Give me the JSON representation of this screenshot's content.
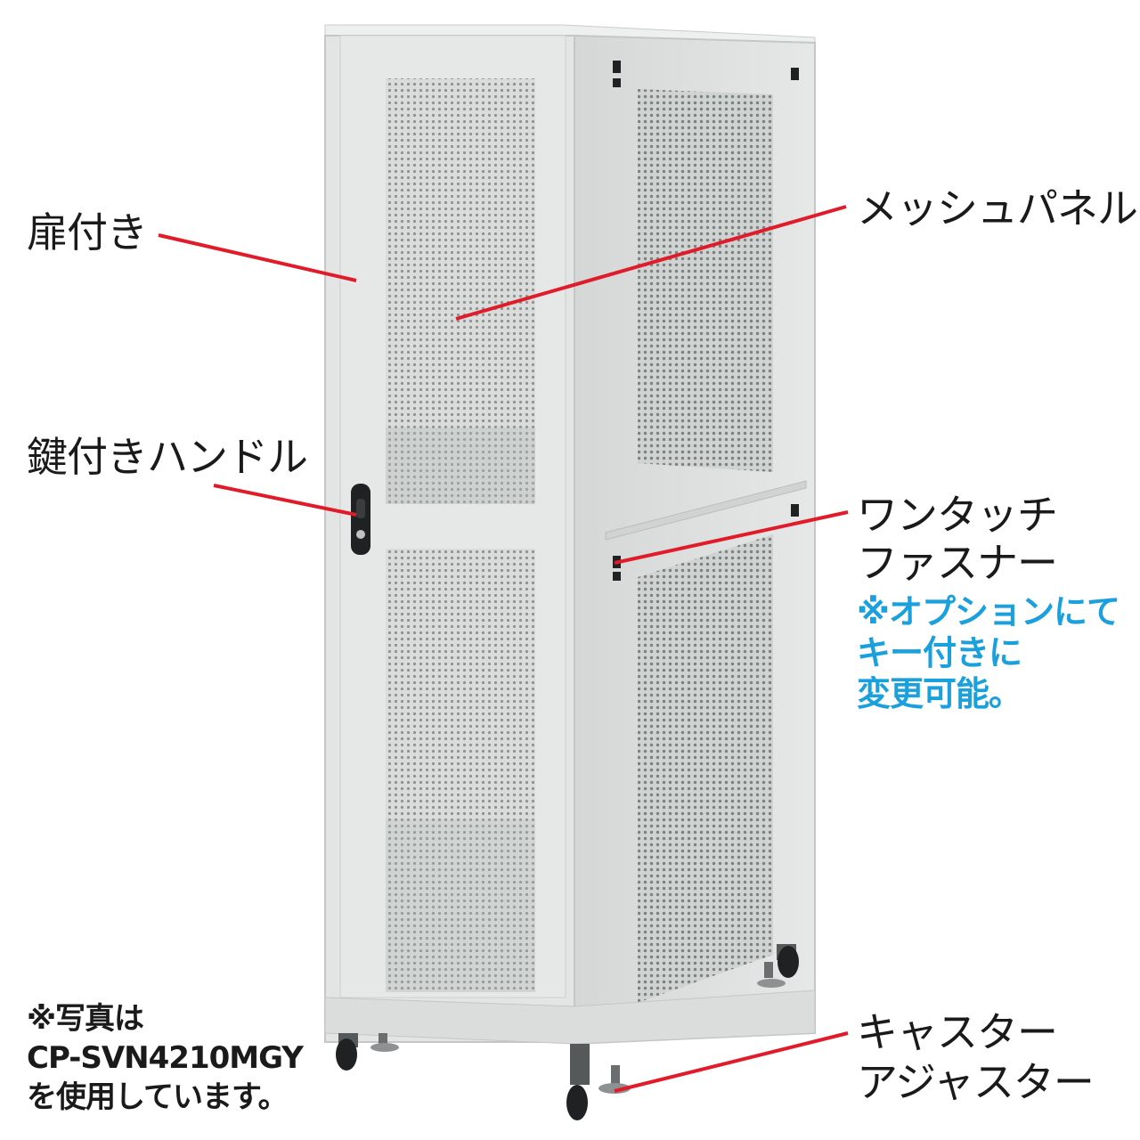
{
  "product_photo": {
    "subject": "Server rack cabinet with perforated mesh door and side panels, casters and level adjusters",
    "colors": {
      "cabinet": "#e3e5e4",
      "cabinet_shadow": "#c9cccb",
      "mesh": "#8f9392",
      "accent_line": "#e01b2a",
      "note_text": "#1aa0dc",
      "text": "#1a1a1a"
    }
  },
  "callouts": {
    "door": "扉付き",
    "mesh_panel": "メッシュパネル",
    "lock_handle": "鍵付きハンドル",
    "fastener_line1": "ワンタッチ",
    "fastener_line2": "ファスナー",
    "fastener_note_line1": "※オプションにて",
    "fastener_note_line2": "キー付きに",
    "fastener_note_line3": "変更可能。",
    "caster_line1": "キャスター",
    "caster_line2": "アジャスター"
  },
  "photo_note": {
    "line1": "※写真は",
    "line2": "CP-SVN4210MGY",
    "line3": "を使用しています。"
  }
}
